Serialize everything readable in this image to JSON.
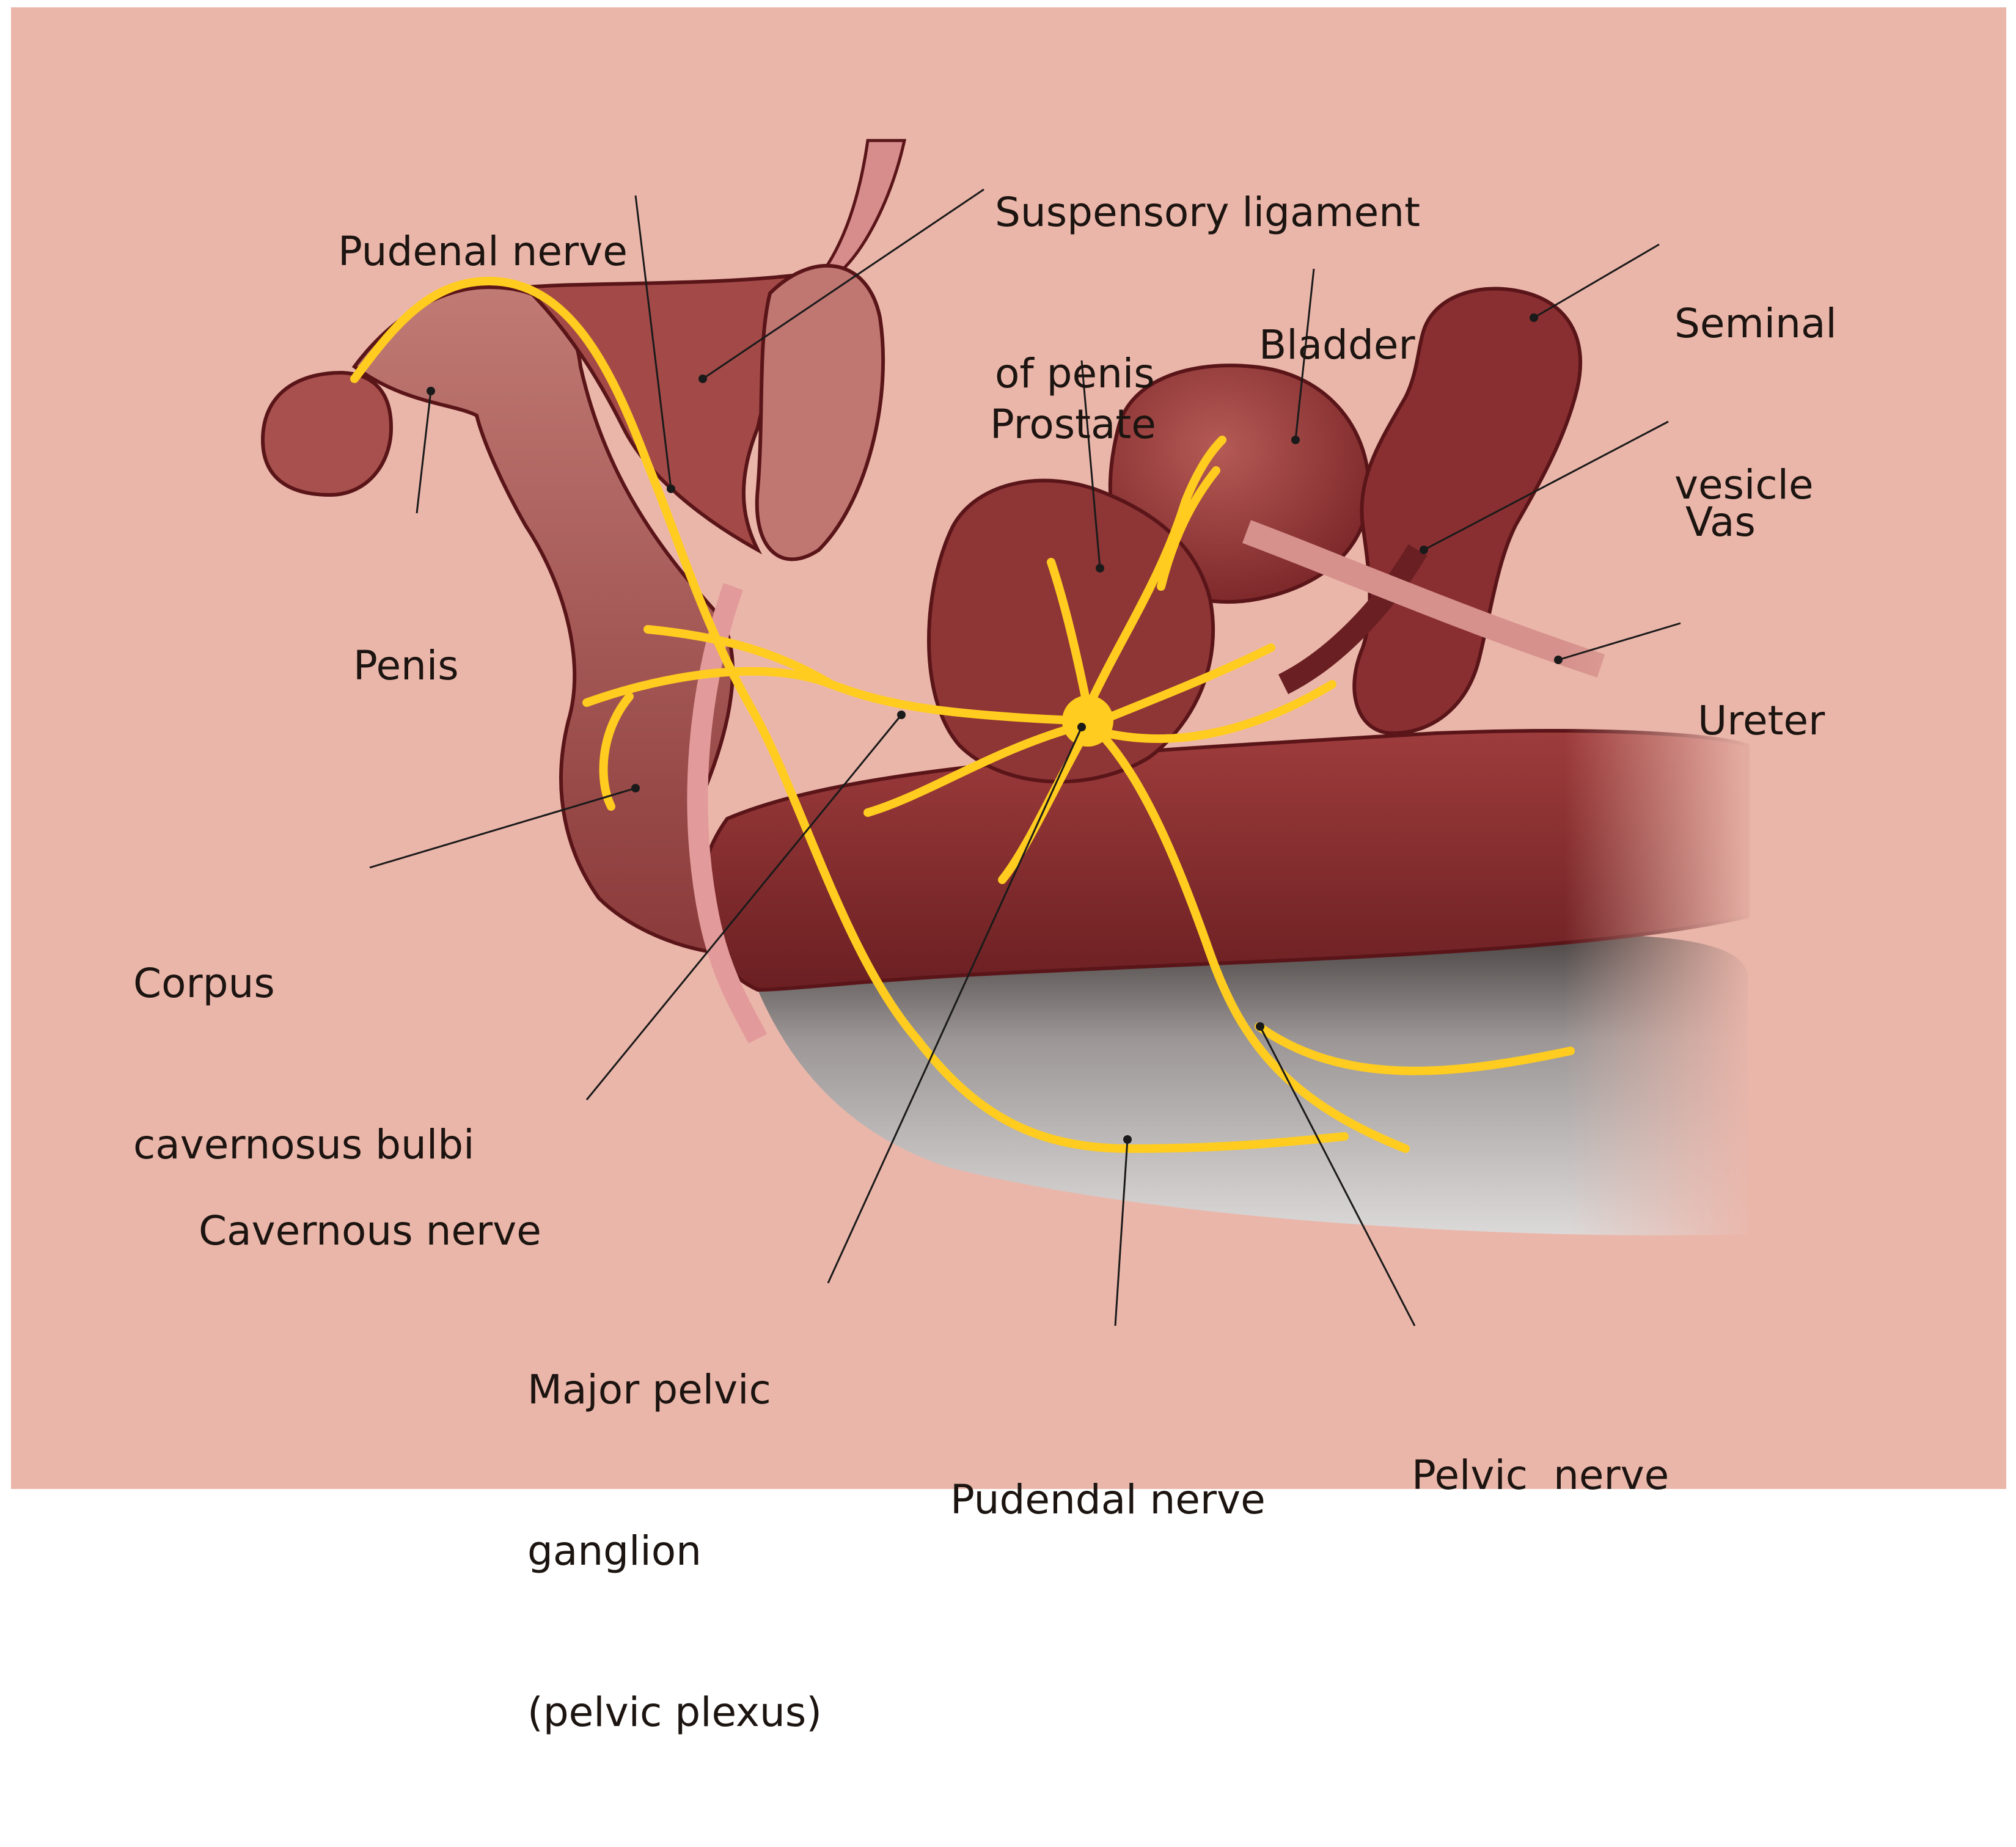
{
  "colors": {
    "background": "#ebb6aa",
    "tissue": "#8e2f2f",
    "tissue_dark": "#6a1f22",
    "tissue_light": "#c98680",
    "outline": "#5a1519",
    "nerve": "#ffcc1f",
    "pelvic_floor": "#9e9a99",
    "leader_line": "#1a1a1a",
    "label_text": "#1c1410"
  },
  "labels": {
    "pudenal_nerve": "Pudenal nerve",
    "suspensory_line1": "Suspensory ligament",
    "suspensory_line2": "of penis",
    "bladder": "Bladder",
    "seminal_line1": "Seminal",
    "seminal_line2": "vesicle",
    "prostate": "Prostate",
    "vas": "Vas",
    "penis": "Penis",
    "ureter": "Ureter",
    "corpus_line1": "Corpus",
    "corpus_line2": "cavernosus bulbi",
    "cavernous_nerve": "Cavernous nerve",
    "ganglion_line1": "Major pelvic",
    "ganglion_line2": "ganglion",
    "ganglion_line3": "(pelvic plexus)",
    "pudendal_nerve": "Pudendal nerve",
    "pelvic_nerve": "Pelvic  nerve"
  }
}
